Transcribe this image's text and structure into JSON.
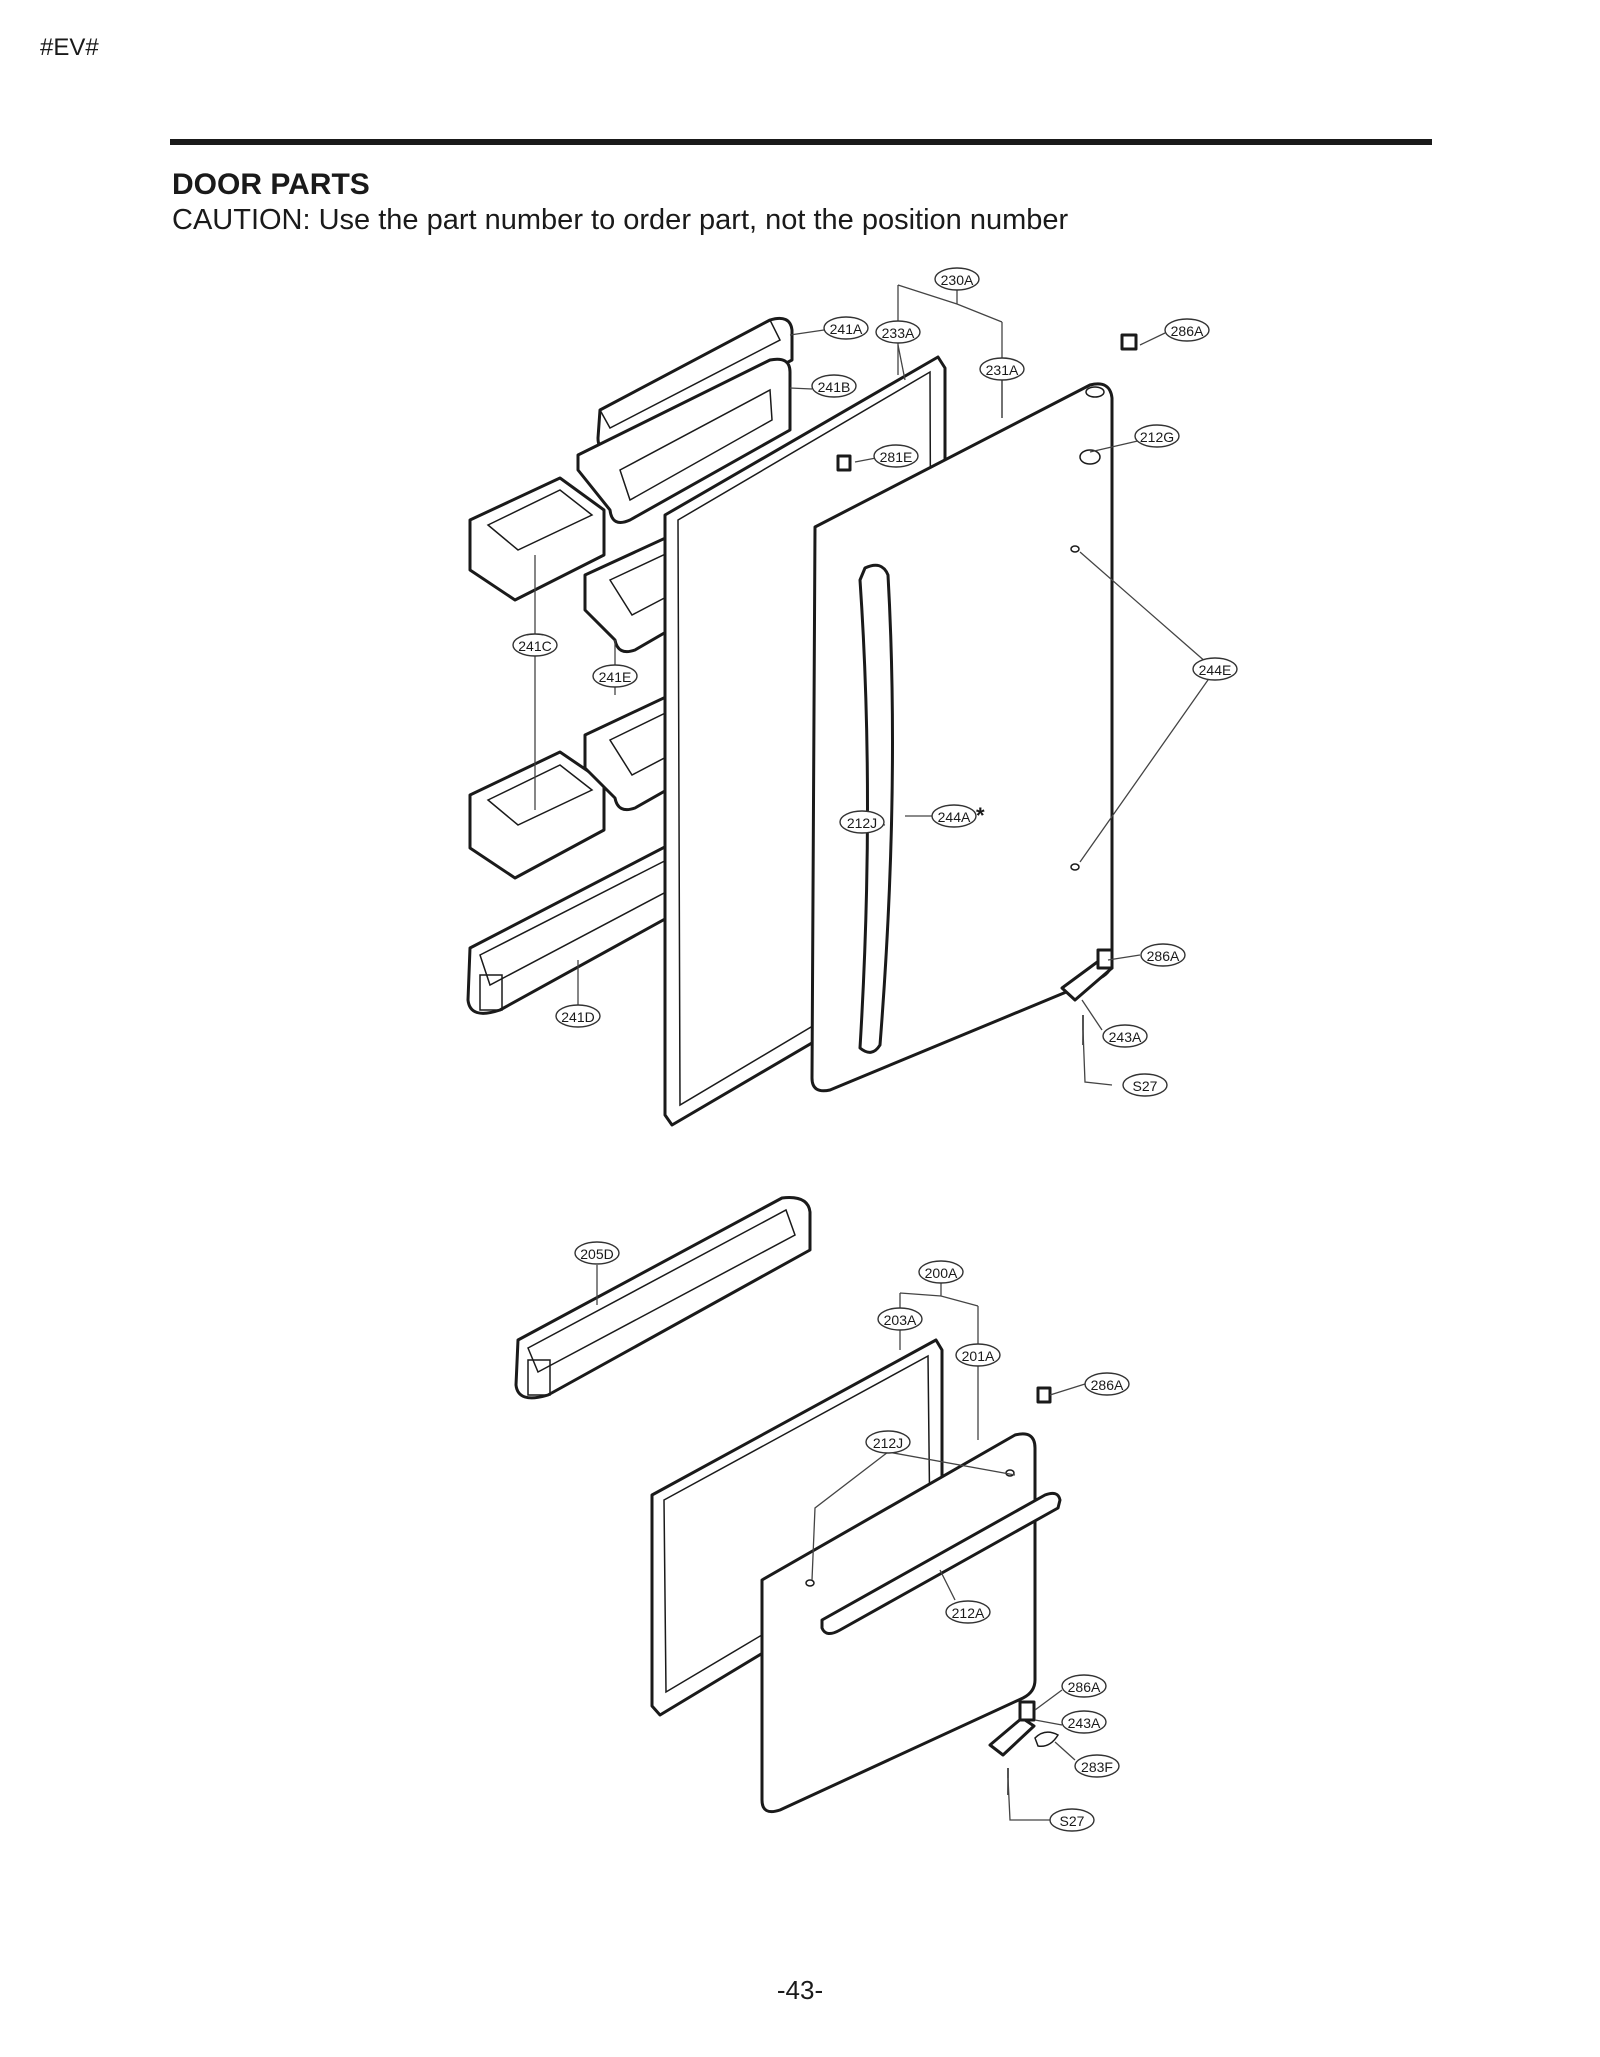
{
  "page": {
    "header_code": "#EV#",
    "title": "DOOR PARTS",
    "caution": "CAUTION: Use the part number to order part, not the position number",
    "page_number": "-43-"
  },
  "upper_assembly_callouts": [
    "230A",
    "241A",
    "233A",
    "286A",
    "241B",
    "231A",
    "212G",
    "281E",
    "241C",
    "241E",
    "244E",
    "212J",
    "244A",
    "286A",
    "241D",
    "243A",
    "S27"
  ],
  "upper_assembly_marker": "*",
  "lower_assembly_callouts": [
    "205D",
    "200A",
    "203A",
    "201A",
    "286A",
    "212J",
    "212A",
    "286A",
    "243A",
    "283F",
    "S27"
  ]
}
